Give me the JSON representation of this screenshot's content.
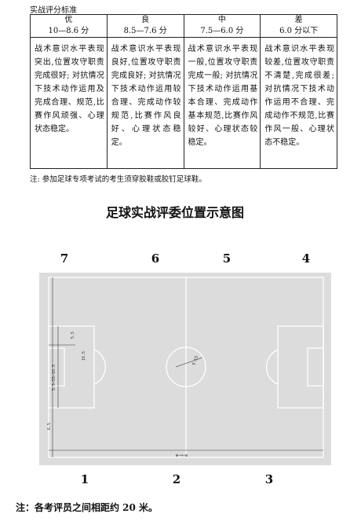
{
  "caption": "实战评分标准",
  "grades": [
    {
      "level": "优",
      "range": "10—8.6 分",
      "desc": "战术意识水平表现突出,位置攻守职责完成很好; 对抗情况下技术动作运用及完成合理、规范,比赛作风顽强、心理状态稳定。"
    },
    {
      "level": "良",
      "range": "8.5—7.6 分",
      "desc": "战术意识水平表现良好,位置攻守职责完成良好; 对抗情况下技术动作运用较合理、完成动作较规范,比赛作风良好、心理状态稳定。"
    },
    {
      "level": "中",
      "range": "7.5—6.0 分",
      "desc": "战术意识水平表现一般,位置攻守职责完成一般; 对抗情况下技术动作运用基本合理、完成动作基本规范,比赛作风较好、心理状态较稳定。"
    },
    {
      "level": "差",
      "range": "6.0 分以下",
      "desc": "战术意识水平表现较差,位置攻守职责不清楚,完成很差; 对抗情况下技术动作运用不合理、完成动作不规范,比赛作风一般、心理状态不稳定。"
    }
  ],
  "note_shoes": "注: 参加足球专项考试的考生须穿胶鞋或胶钉足球鞋。",
  "diagram_title": "足球实战评委位置示意图",
  "judges_top": [
    "7",
    "6",
    "5",
    "4"
  ],
  "judges_bottom": [
    "1",
    "2",
    "3"
  ],
  "field_labels": {
    "left_penalty": "5.5",
    "left_goal_area": "16.5",
    "left_depth": "5.5—55—16.5",
    "center_circle": "9.15",
    "bottom_dim": "ю—ч—ш",
    "left_side": "6.5"
  },
  "note_distance": "注：各考评员之间相距约 20 米。"
}
